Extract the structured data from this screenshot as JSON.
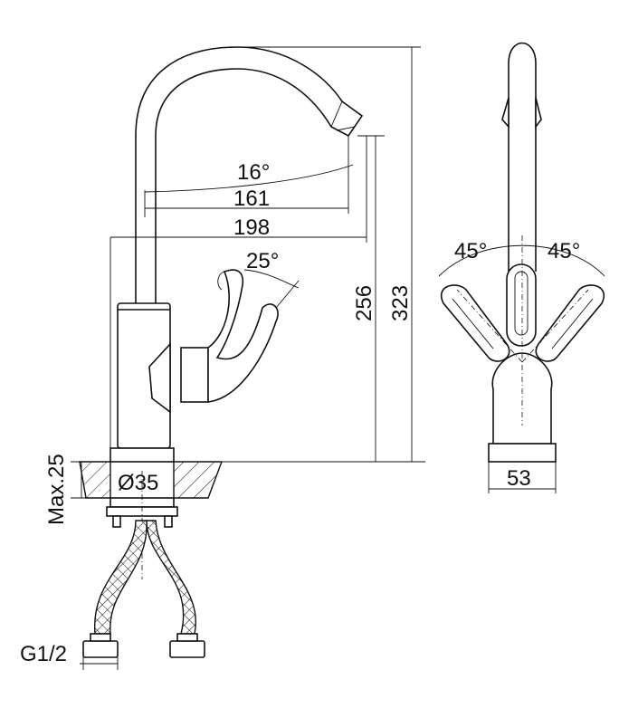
{
  "dimensions": {
    "spout_angle": "16°",
    "spout_reach": "161",
    "total_reach": "198",
    "lever_angle": "25°",
    "spout_height": "256",
    "total_height": "323",
    "side_angle_left": "45°",
    "side_angle_right": "45°",
    "base_width": "53",
    "hole_diameter": "Ø35",
    "max_counter_thickness": "Max.25",
    "connection_thread": "G1/2"
  }
}
